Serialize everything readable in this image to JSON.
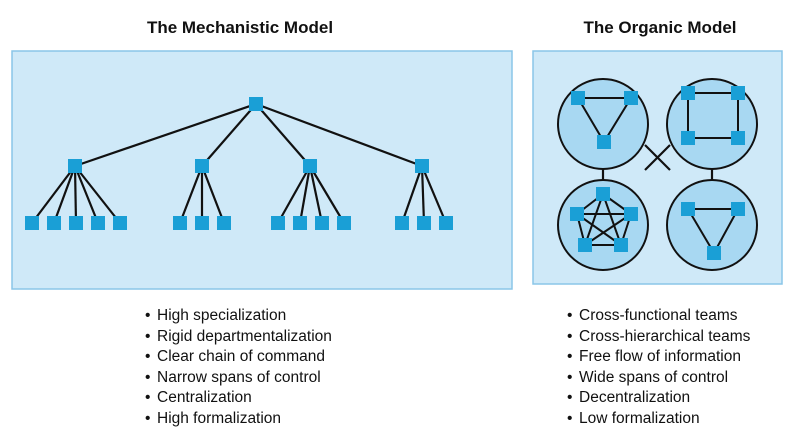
{
  "mechanistic": {
    "title": "The Mechanistic Model",
    "characteristics": [
      "High specialization",
      "Rigid departmentalization",
      "Clear chain of command",
      "Narrow spans of control",
      "Centralization",
      "High formalization"
    ]
  },
  "organic": {
    "title": "The Organic Model",
    "characteristics": [
      "Cross-functional teams",
      "Cross-hierarchical teams",
      "Free flow of information",
      "Wide spans of control",
      "Decentralization",
      "Low formalization"
    ]
  },
  "colors": {
    "panel_fill": "#cfe9f8",
    "panel_border": "#8ac6e8",
    "node_fill": "#1a9fd6",
    "circle_fill": "#a8d8f2",
    "line": "#111111"
  }
}
